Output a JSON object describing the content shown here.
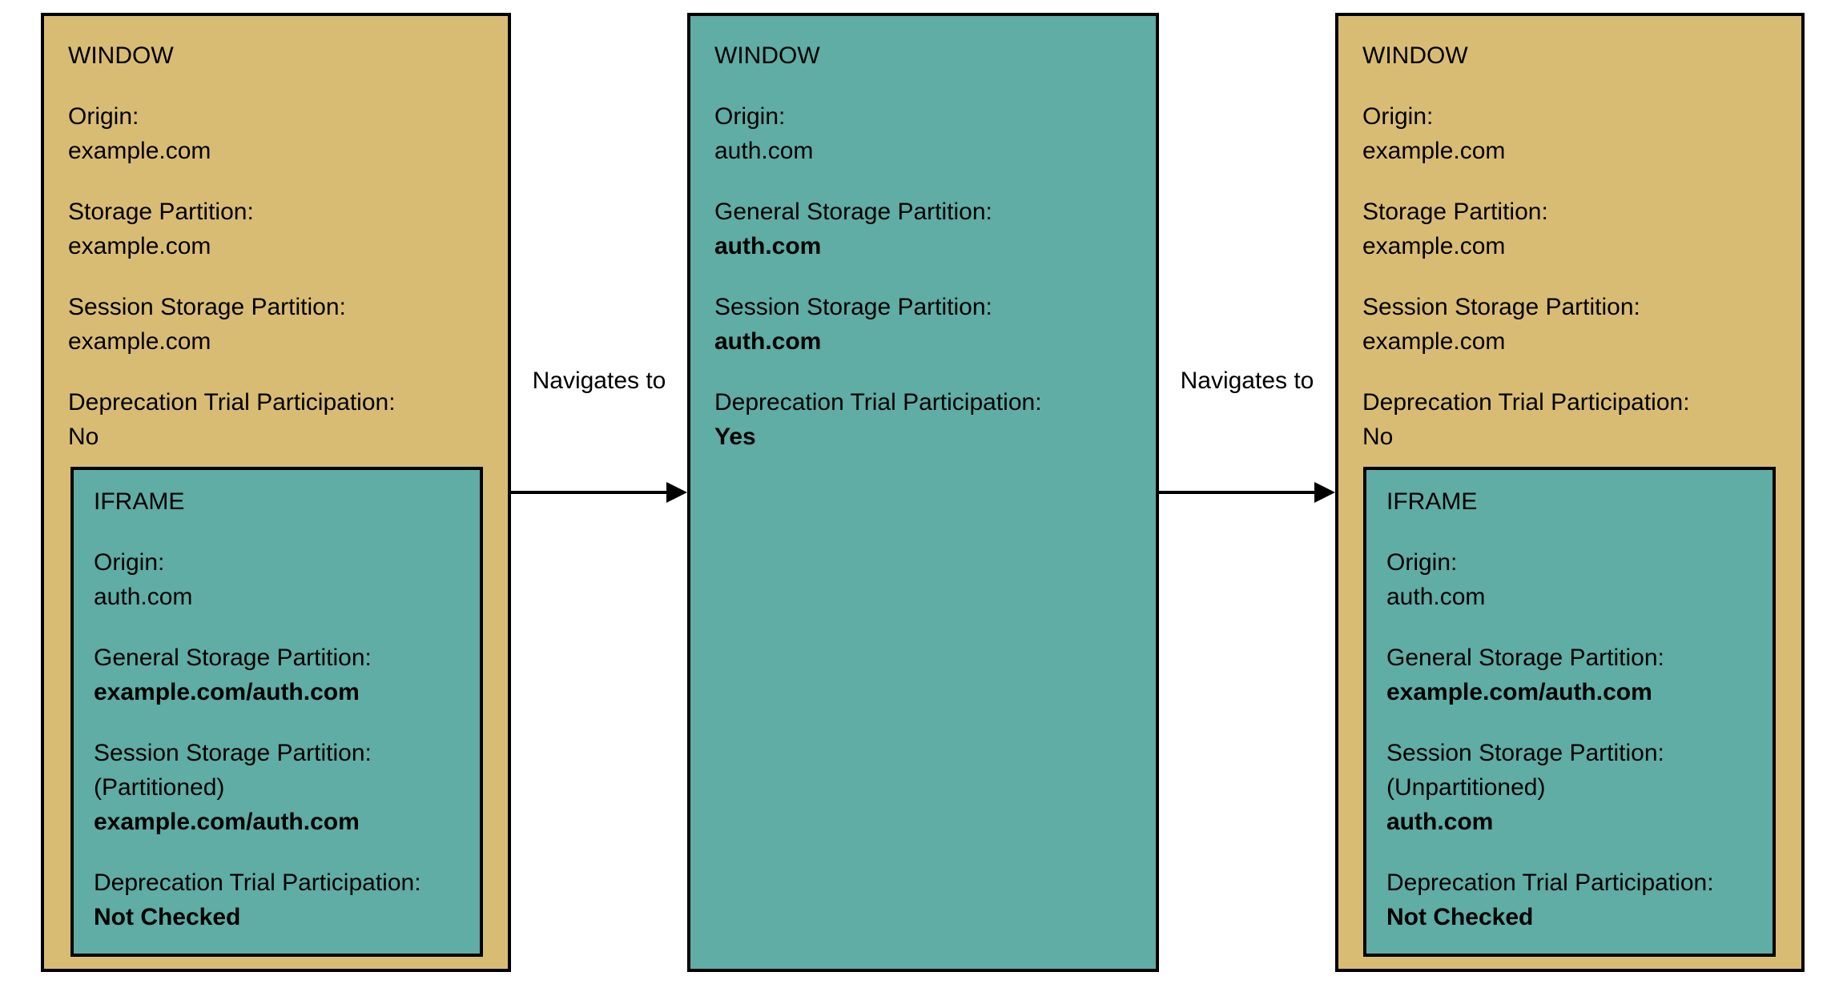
{
  "palette": {
    "first_party_fill": "#D9BC74",
    "third_party_fill": "#5FADA5",
    "stroke": "#000000",
    "canvas_bg": "#FFFFFF"
  },
  "window1": {
    "title": "WINDOW",
    "origin_label": "Origin:",
    "origin_value": "example.com",
    "storage_label": "Storage Partition:",
    "storage_value": "example.com",
    "session_label": "Session Storage Partition:",
    "session_value": "example.com",
    "trial_label": "Deprecation Trial Participation:",
    "trial_value": "No",
    "iframe": {
      "title": "IFRAME",
      "origin_label": "Origin:",
      "origin_value": "auth.com",
      "general_label": "General Storage Partition:",
      "general_value": "example.com/auth.com",
      "session_label": "Session Storage Partition:",
      "session_mode": "(Partitioned)",
      "session_value": "example.com/auth.com",
      "trial_label": "Deprecation Trial Participation:",
      "trial_value": "Not Checked"
    }
  },
  "arrow1": {
    "label": "Navigates to"
  },
  "window2": {
    "title": "WINDOW",
    "origin_label": "Origin:",
    "origin_value": "auth.com",
    "general_label": "General Storage Partition:",
    "general_value": "auth.com",
    "session_label": "Session Storage Partition:",
    "session_value": "auth.com",
    "trial_label": "Deprecation Trial Participation:",
    "trial_value": "Yes"
  },
  "arrow2": {
    "label": "Navigates to"
  },
  "window3": {
    "title": "WINDOW",
    "origin_label": "Origin:",
    "origin_value": "example.com",
    "storage_label": "Storage Partition:",
    "storage_value": "example.com",
    "session_label": "Session Storage Partition:",
    "session_value": "example.com",
    "trial_label": "Deprecation Trial Participation:",
    "trial_value": "No",
    "iframe": {
      "title": "IFRAME",
      "origin_label": "Origin:",
      "origin_value": "auth.com",
      "general_label": "General Storage Partition:",
      "general_value": "example.com/auth.com",
      "session_label": "Session Storage Partition:",
      "session_mode": "(Unpartitioned)",
      "session_value": "auth.com",
      "trial_label": "Deprecation Trial Participation:",
      "trial_value": "Not Checked"
    }
  }
}
